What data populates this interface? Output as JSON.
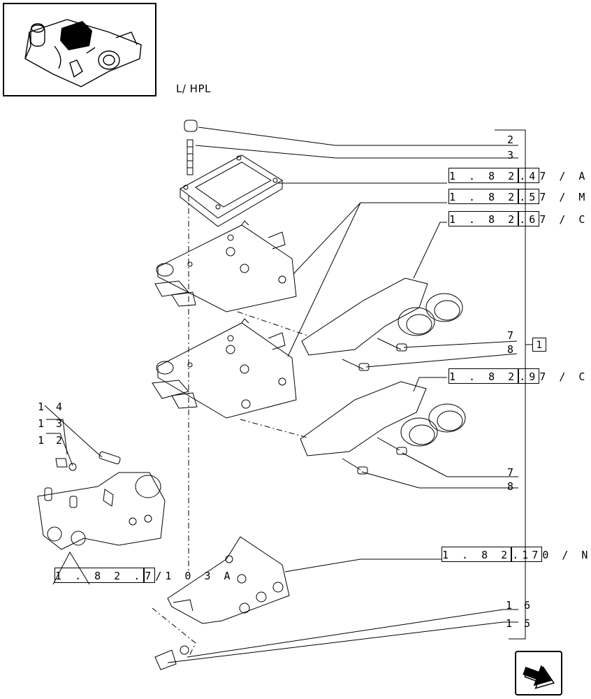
{
  "title": "L/ HPL",
  "callouts": {
    "n2": "2",
    "n3": "3",
    "n7a": "7",
    "n8a": "8",
    "n7b": "7",
    "n8b": "8",
    "n14": "1 4",
    "n13": "1 3",
    "n12": "1 2",
    "n16": "1 6",
    "n15": "1 5",
    "group": "1"
  },
  "refs": {
    "r47": {
      "prefix": "1 . 8 2 ",
      "box": ".4",
      "suffix": "7 / A"
    },
    "r57": {
      "prefix": "1 . 8 2 ",
      "box": ".5",
      "suffix": "7 / M"
    },
    "r67": {
      "prefix": "1 . 8 2 ",
      "box": ".6",
      "suffix": "7 / C"
    },
    "r97": {
      "prefix": "1 . 8 2 ",
      "box": ".9",
      "suffix": "7 / C"
    },
    "r170": {
      "prefix": "1 . 8 2 ",
      "box": ".17",
      "suffix": "0 / N"
    },
    "r7103": {
      "prefix": "1 . 8 2 . ",
      "box": "7",
      "suffix": "/1 0 3 A"
    }
  },
  "icons": [
    "thumbnail-pump-icon",
    "next-page-arrow-icon"
  ]
}
